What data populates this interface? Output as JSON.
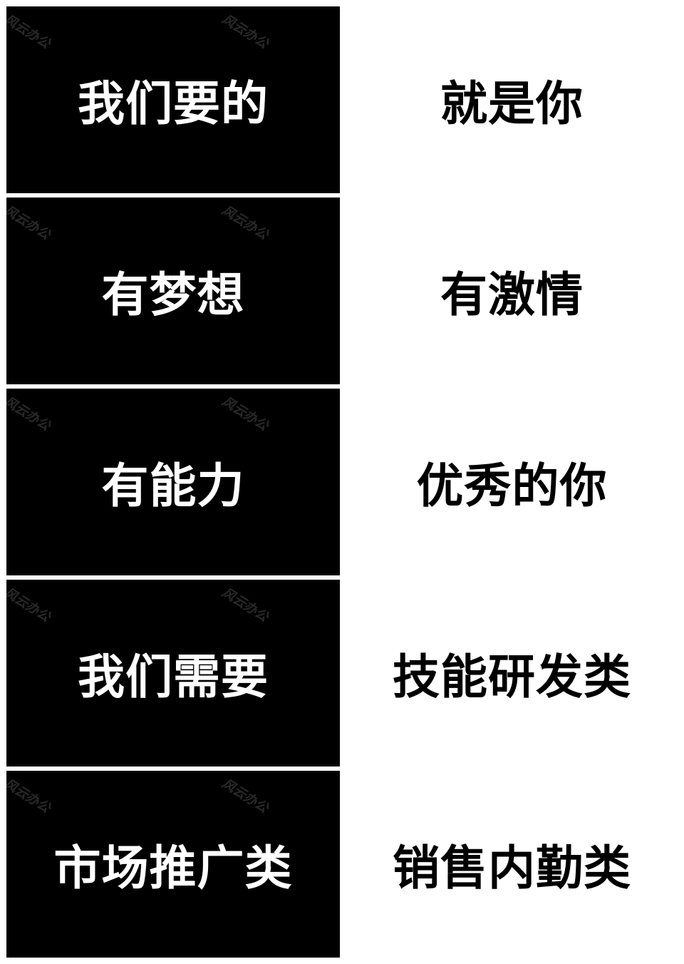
{
  "watermark": "风云办公",
  "rows": [
    {
      "left": "我们要的",
      "right": "就是你"
    },
    {
      "left": "有梦想",
      "right": "有激情"
    },
    {
      "left": "有能力",
      "right": "优秀的你"
    },
    {
      "left": "我们需要",
      "right": "技能研发类"
    },
    {
      "left": "市场推广类",
      "right": "销售内勤类"
    }
  ]
}
